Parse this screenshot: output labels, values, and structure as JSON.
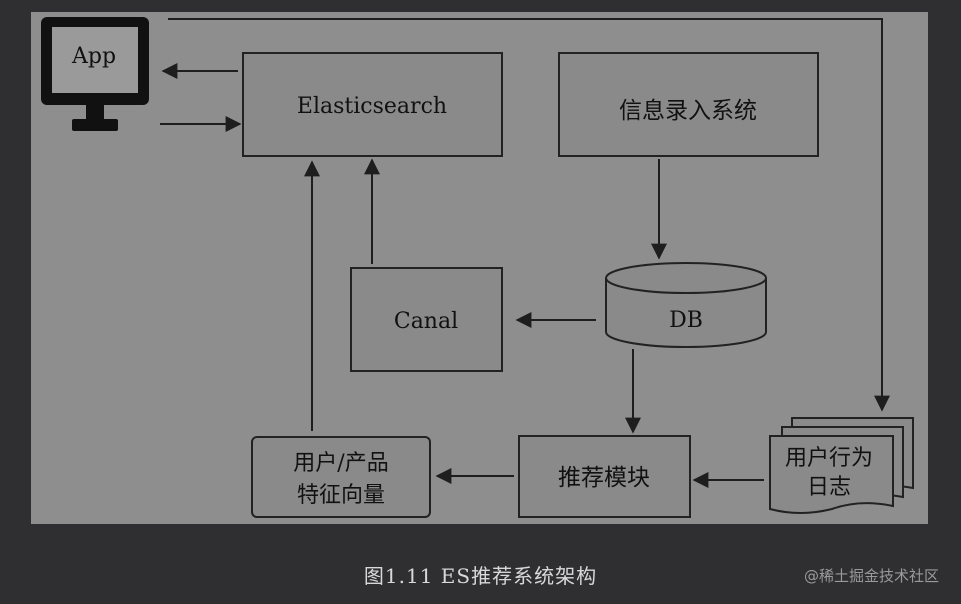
{
  "diagram": {
    "app_label": "App",
    "elasticsearch_label": "Elasticsearch",
    "info_input_label": "信息录入系统",
    "db_label": "DB",
    "canal_label": "Canal",
    "vector_label_line1": "用户/产品",
    "vector_label_line2": "特征向量",
    "recommend_label": "推荐模块",
    "behavior_log_line1": "用户行为",
    "behavior_log_line2": "日志"
  },
  "caption": "图1.11    ES推荐系统架构",
  "watermark": "@稀土掘金技术社区"
}
